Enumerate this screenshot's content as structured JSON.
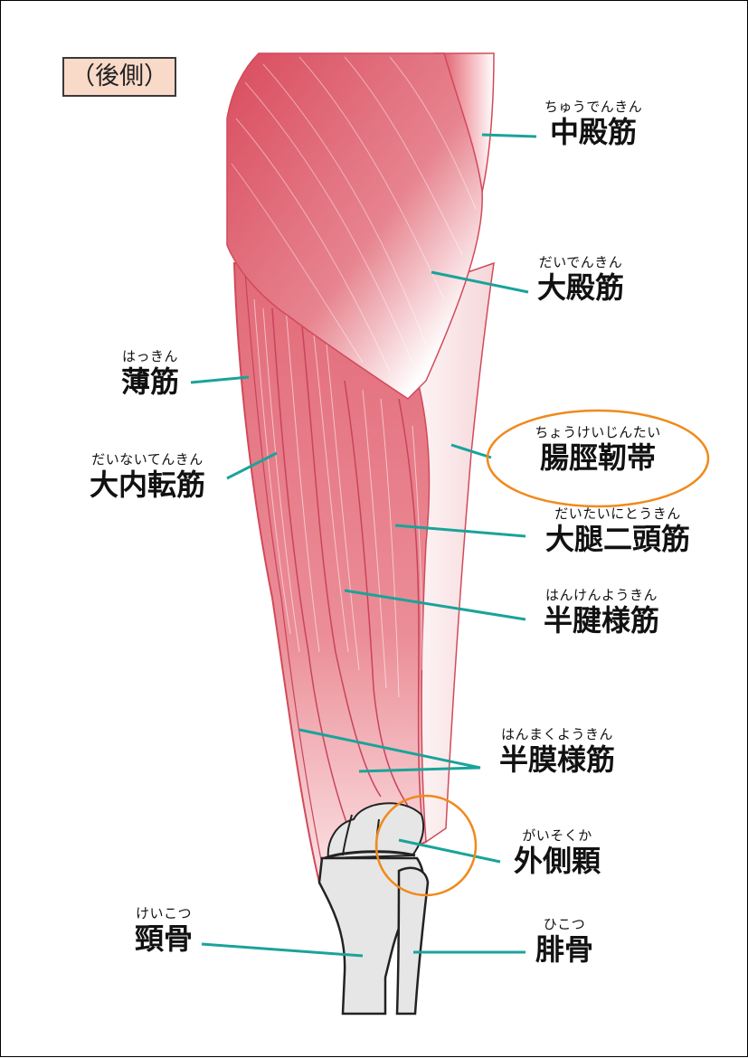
{
  "title": "（後側）",
  "colors": {
    "muscle": "#e9848f",
    "muscle_dark": "#d2505f",
    "muscle_outline": "#d14a5a",
    "bone": "#e6e6e6",
    "leader_line": "#1aa39a",
    "highlight_circle": "#f08a1c",
    "title_box_fill": "#f9d9c8"
  },
  "highlighted": [
    "腸脛靭帯",
    "外側顆"
  ],
  "labels": [
    {
      "id": "gluteus-medius",
      "ruby": "ちゅうでんきん",
      "name": "中殿筋"
    },
    {
      "id": "gluteus-maximus",
      "ruby": "だいでんきん",
      "name": "大殿筋"
    },
    {
      "id": "gracilis",
      "ruby": "はっきん",
      "name": "薄筋"
    },
    {
      "id": "adductor-magnus",
      "ruby": "だいないてんきん",
      "name": "大内転筋"
    },
    {
      "id": "iliotibial-band",
      "ruby": "ちょうけいじんたい",
      "name": "腸脛靭帯"
    },
    {
      "id": "biceps-femoris",
      "ruby": "だいたいにとうきん",
      "name": "大腿二頭筋"
    },
    {
      "id": "semitendinosus",
      "ruby": "はんけんようきん",
      "name": "半腱様筋"
    },
    {
      "id": "semimembranosus",
      "ruby": "はんまくようきん",
      "name": "半膜様筋"
    },
    {
      "id": "lateral-condyle",
      "ruby": "がいそくか",
      "name": "外側顆"
    },
    {
      "id": "tibia",
      "ruby": "けいこつ",
      "name": "頸骨"
    },
    {
      "id": "fibula",
      "ruby": "ひこつ",
      "name": "腓骨"
    }
  ]
}
